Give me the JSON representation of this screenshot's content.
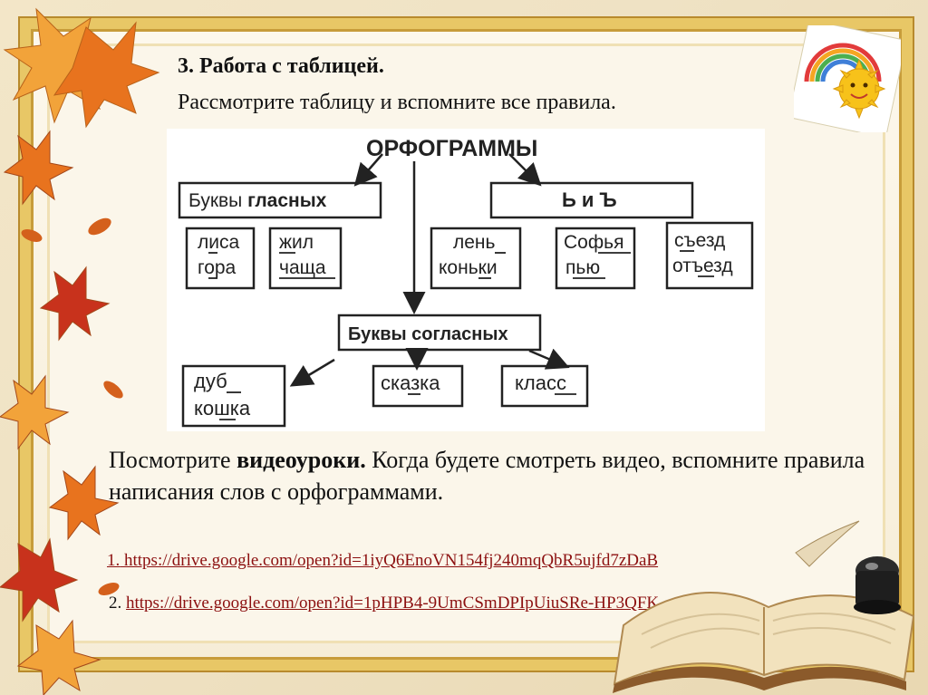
{
  "heading": {
    "number": "3",
    "title": ". Работа с таблицей.",
    "subtitle": "Рассмотрите таблицу и вспомните все правила."
  },
  "diagram": {
    "root": "ОРФОГРАММЫ",
    "vowels_prefix": "Буквы",
    "vowels_bold": "гласных",
    "soft_hard": "Ь и Ъ",
    "consonants": "Буквы согласных",
    "vowel_examples": [
      {
        "line1": "лиса",
        "line2": "гора"
      },
      {
        "line1": "жил",
        "line2": "чаща"
      }
    ],
    "sign_examples": [
      {
        "line1": "лень",
        "line2": "коньки"
      },
      {
        "line1": "Софья",
        "line2": "пью"
      },
      {
        "line1": "съезд",
        "line2": "отъезд"
      }
    ],
    "consonant_examples": [
      {
        "line1": "дуб",
        "line2": "кошка"
      },
      {
        "line1": "сказка",
        "line2": ""
      },
      {
        "line1": "класс",
        "line2": ""
      }
    ]
  },
  "body": {
    "prefix": "Посмотрите ",
    "bold": "видеоуроки.",
    "rest": " Когда будете смотреть видео, вспомните правила написания слов с орфограммами."
  },
  "links": [
    {
      "number": "1.",
      "url": "https://drive.google.com/open?id=1iyQ6EnoVN154fj240mqQbR5ujfd7zDaB"
    },
    {
      "number": "2.",
      "url": "https://drive.google.com/open?id=1pHPB4-9UmCSmDPIpUiuSRe-HP3QFK__3w"
    }
  ],
  "colors": {
    "link": "#8c1010",
    "frame_gold": "#e8c766",
    "leaf_orange": "#e8731e",
    "leaf_red": "#c8321c"
  }
}
